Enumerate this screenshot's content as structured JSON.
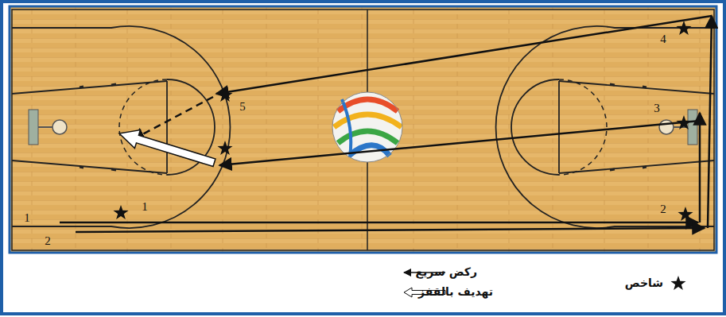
{
  "diagram": {
    "labels": [
      "1",
      "2",
      "1",
      "2",
      "3",
      "4",
      "5"
    ],
    "legend": [
      {
        "text": "شاخص"
      },
      {
        "text": "ركض سريع"
      },
      {
        "text": "تهديف بالقفز"
      }
    ]
  }
}
